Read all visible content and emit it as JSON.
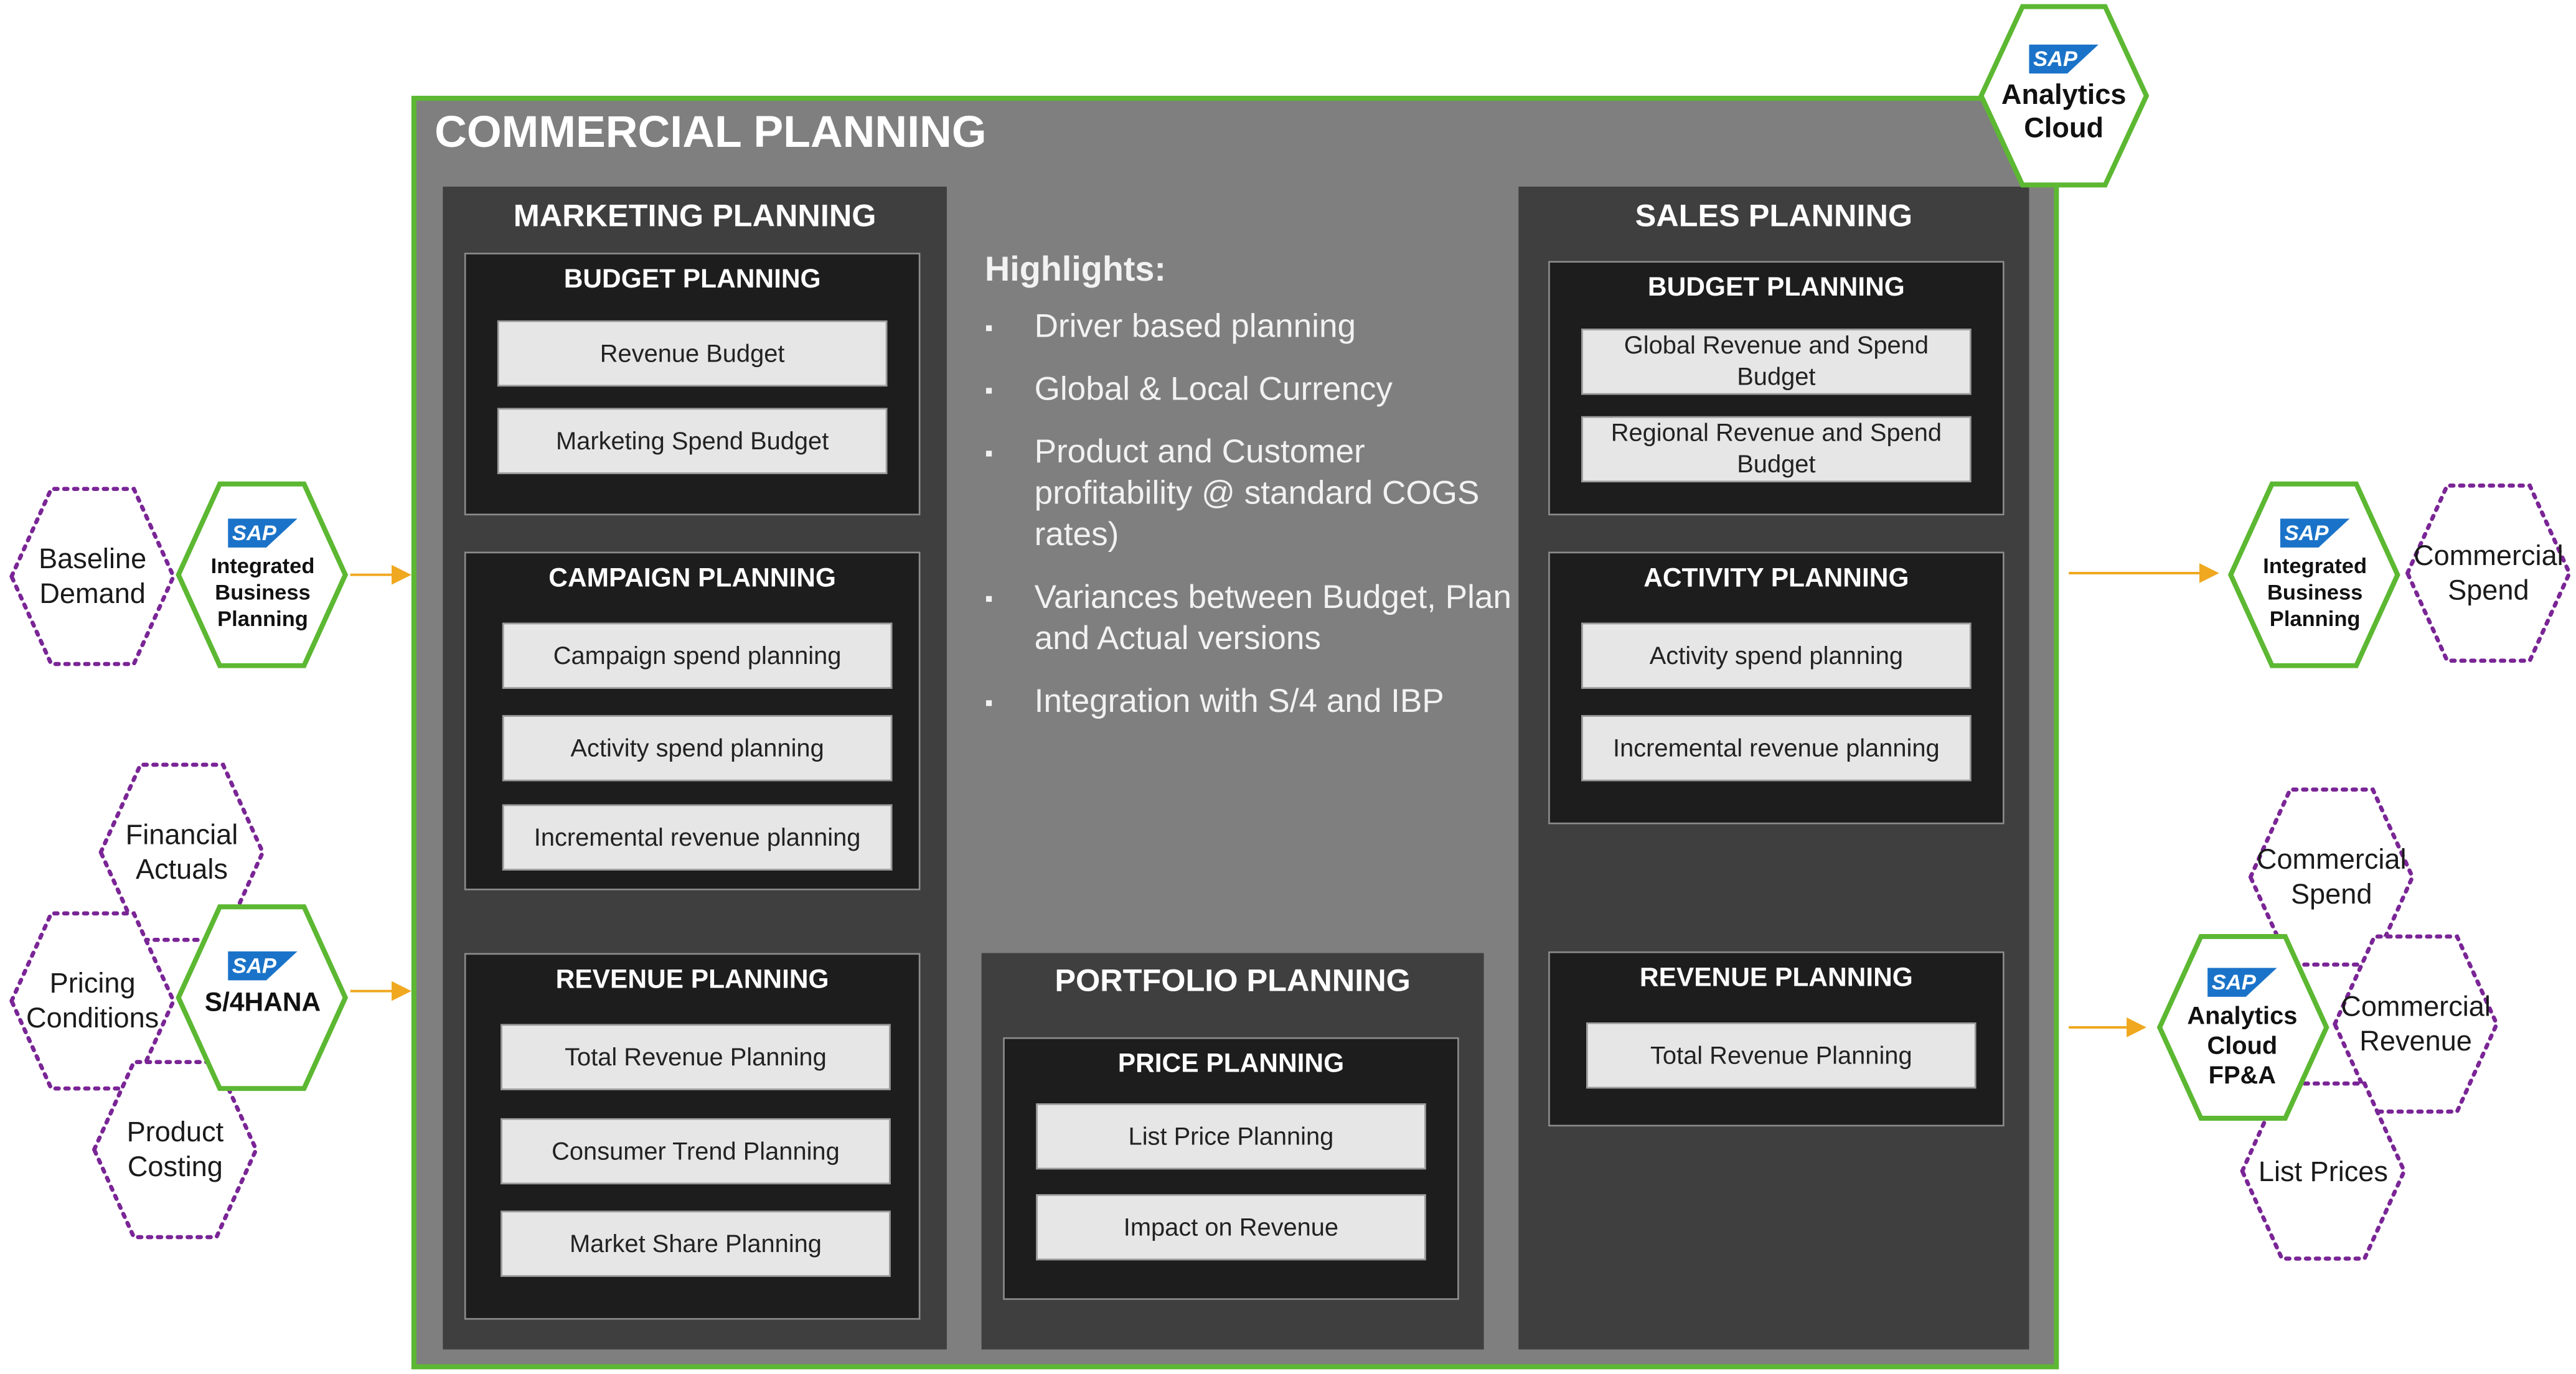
{
  "title": "COMMERCIAL PLANNING",
  "sac_badge": {
    "logo": "SAP",
    "label": "Analytics Cloud"
  },
  "marketing": {
    "title": "MARKETING PLANNING",
    "budget": {
      "title": "BUDGET PLANNING",
      "items": [
        "Revenue Budget",
        "Marketing Spend Budget"
      ]
    },
    "campaign": {
      "title": "CAMPAIGN PLANNING",
      "items": [
        "Campaign spend planning",
        "Activity spend planning",
        "Incremental revenue planning"
      ]
    },
    "revenue": {
      "title": "REVENUE PLANNING",
      "items": [
        "Total Revenue Planning",
        "Consumer Trend Planning",
        "Market Share Planning"
      ]
    }
  },
  "highlights": {
    "heading": "Highlights:",
    "items": [
      "Driver based planning",
      "Global & Local Currency",
      "Product and Customer profitability @ standard COGS rates)",
      "Variances between Budget, Plan and Actual versions",
      "Integration with S/4 and IBP"
    ]
  },
  "portfolio": {
    "title": "PORTFOLIO PLANNING",
    "price": {
      "title": "PRICE PLANNING",
      "items": [
        "List Price Planning",
        "Impact on Revenue"
      ]
    }
  },
  "sales": {
    "title": "SALES PLANNING",
    "budget": {
      "title": "BUDGET PLANNING",
      "items": [
        "Global Revenue and Spend Budget",
        "Regional Revenue and Spend Budget"
      ]
    },
    "activity": {
      "title": "ACTIVITY PLANNING",
      "items": [
        "Activity spend planning",
        "Incremental revenue planning"
      ]
    },
    "revenue": {
      "title": "REVENUE PLANNING",
      "items": [
        "Total Revenue Planning"
      ]
    }
  },
  "inputs": {
    "ibp": {
      "logo": "SAP",
      "label": "Integrated Business Planning",
      "sources": [
        "Baseline Demand"
      ]
    },
    "s4": {
      "logo": "SAP",
      "label": "S/4HANA",
      "sources": [
        "Financial Actuals",
        "Pricing Conditions",
        "Product Costing"
      ]
    }
  },
  "outputs": {
    "ibp": {
      "logo": "SAP",
      "label": "Integrated Business Planning",
      "targets": [
        "Commercial Spend"
      ]
    },
    "fpa": {
      "logo": "SAP",
      "label": "Analytics Cloud FP&A",
      "targets": [
        "Commercial Spend",
        "Commercial Revenue",
        "List Prices"
      ]
    }
  },
  "colors": {
    "green": "#5cb832",
    "purple": "#7a2596",
    "arrow": "#f0a820",
    "gray": "#7f7f7f",
    "dark": "#1d1d1d"
  }
}
